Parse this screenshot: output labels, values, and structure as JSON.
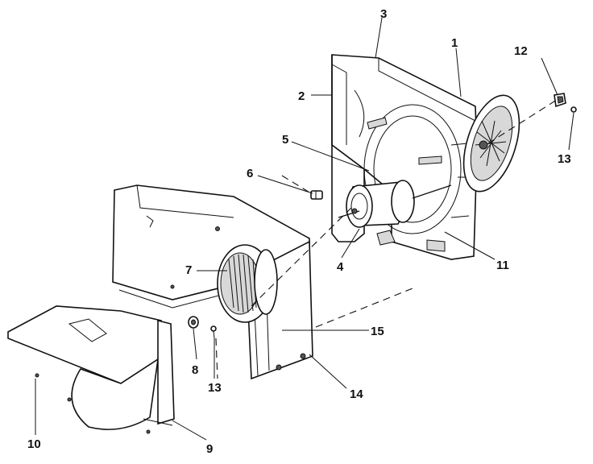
{
  "callouts": [
    "1",
    "2",
    "3",
    "4",
    "5",
    "6",
    "7",
    "8",
    "9",
    "10",
    "11",
    "12",
    "13",
    "13",
    "14",
    "15"
  ]
}
